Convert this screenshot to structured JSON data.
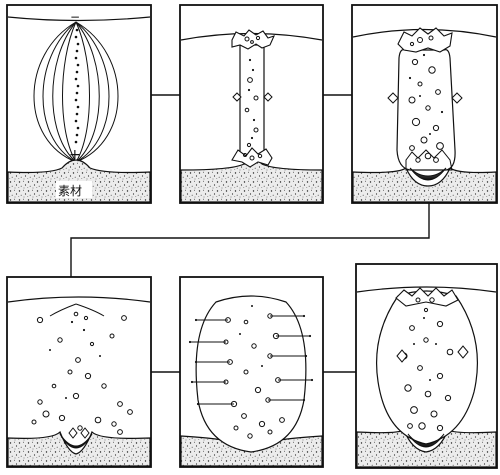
{
  "diagram": {
    "substrate_label": "素材",
    "minus_sign": "−",
    "plus_sign": "+",
    "panels": [
      {
        "id": "1",
        "stage": "field-lines"
      },
      {
        "id": "2",
        "stage": "bridge-column"
      },
      {
        "id": "3",
        "stage": "expanding-column"
      },
      {
        "id": "4",
        "stage": "cavity-spread"
      },
      {
        "id": "5",
        "stage": "bubbles-with-vectors"
      },
      {
        "id": "6",
        "stage": "rising-plume"
      }
    ],
    "colors": {
      "ink": "#111111",
      "background": "#ffffff",
      "substrate": "#e9e9e9"
    }
  }
}
